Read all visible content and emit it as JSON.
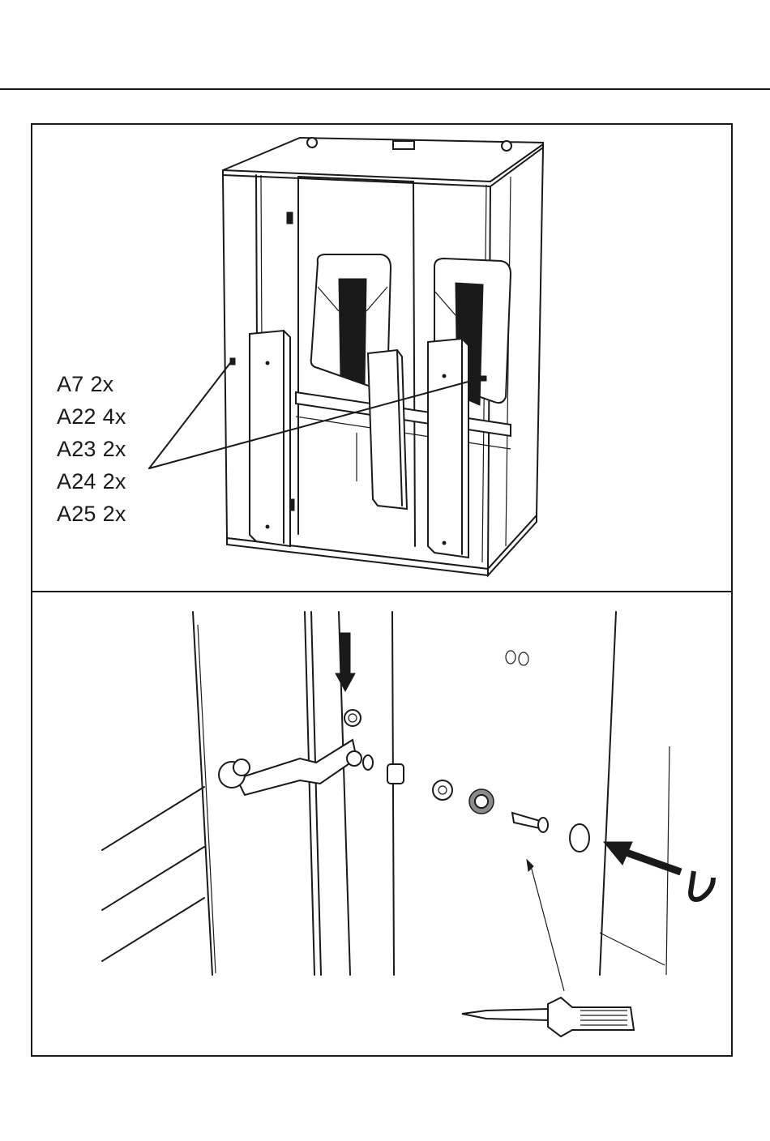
{
  "parts": [
    {
      "id": "A7",
      "qty": "2x"
    },
    {
      "id": "A22",
      "qty": "4x"
    },
    {
      "id": "A23",
      "qty": "2x"
    },
    {
      "id": "A24",
      "qty": "2x"
    },
    {
      "id": "A25",
      "qty": "2x"
    }
  ],
  "icons": {
    "cabinet": "sauna-cabinet-drawing",
    "hinge_detail": "door-hinge-exploded-view",
    "screwdriver": "screwdriver-icon",
    "arrows": [
      "arrow-down-icon",
      "arrow-left-icon",
      "rotate-arrow-icon"
    ]
  },
  "colors": {
    "ink": "#1a1a1a",
    "paper": "#ffffff"
  }
}
